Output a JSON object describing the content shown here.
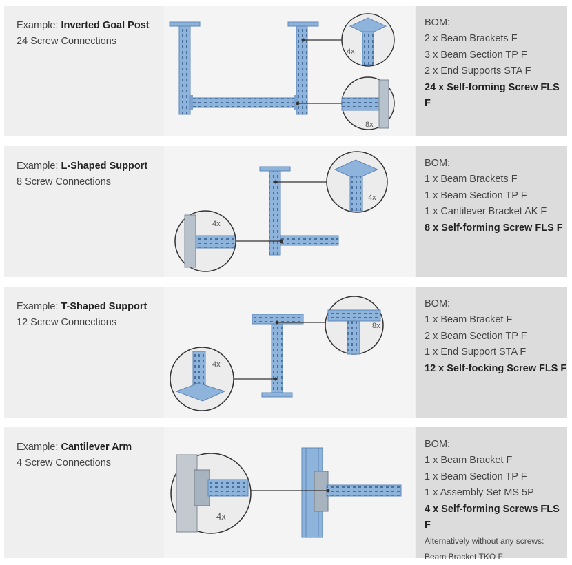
{
  "examples": [
    {
      "prefix": "Example: ",
      "name": "Inverted Goal Post",
      "connections": "24 Screw Connections",
      "bom_title": "BOM:",
      "bom_items": [
        "2 x Beam Brackets F",
        "3 x Beam Section TP F",
        "2 x End Supports STA F"
      ],
      "bom_total": "24 x Self-forming Screw FLS F",
      "callouts": [
        "4x",
        "8x"
      ]
    },
    {
      "prefix": "Example: ",
      "name": "L-Shaped Support",
      "connections": "8 Screw Connections",
      "bom_title": "BOM:",
      "bom_items": [
        "1 x Beam Brackets F",
        "1 x Beam Section TP F",
        "1 x Cantilever Bracket AK F"
      ],
      "bom_total": "8 x Self-forming Screw FLS F",
      "callouts": [
        "4x",
        "4x"
      ]
    },
    {
      "prefix": "Example: ",
      "name": "T-Shaped Support",
      "connections": "12 Screw Connections",
      "bom_title": "BOM:",
      "bom_items": [
        "1 x Beam Bracket F",
        "2 x Beam Section TP F",
        "1 x End Support STA F"
      ],
      "bom_total": "12 x Self-focking Screw FLS F",
      "callouts": [
        "8x",
        "4x"
      ]
    },
    {
      "prefix": "Example: ",
      "name": "Cantilever Arm",
      "connections": "4 Screw Connections",
      "bom_title": "BOM:",
      "bom_items": [
        "1 x Beam Bracket F",
        "1 x Beam Section TP F",
        "1 x Assembly Set MS 5P"
      ],
      "bom_total": "4 x Self-forming Screws FLS F",
      "bom_note": "Alternatively without any screws:",
      "bom_alt": "Beam Bracket TKO F",
      "callouts": [
        "4x"
      ]
    }
  ],
  "colors": {
    "steel": "#8fb4dc",
    "steel_dark": "#5d86b8",
    "panel": "#efefef",
    "bom_bg": "#dcdcdc"
  }
}
